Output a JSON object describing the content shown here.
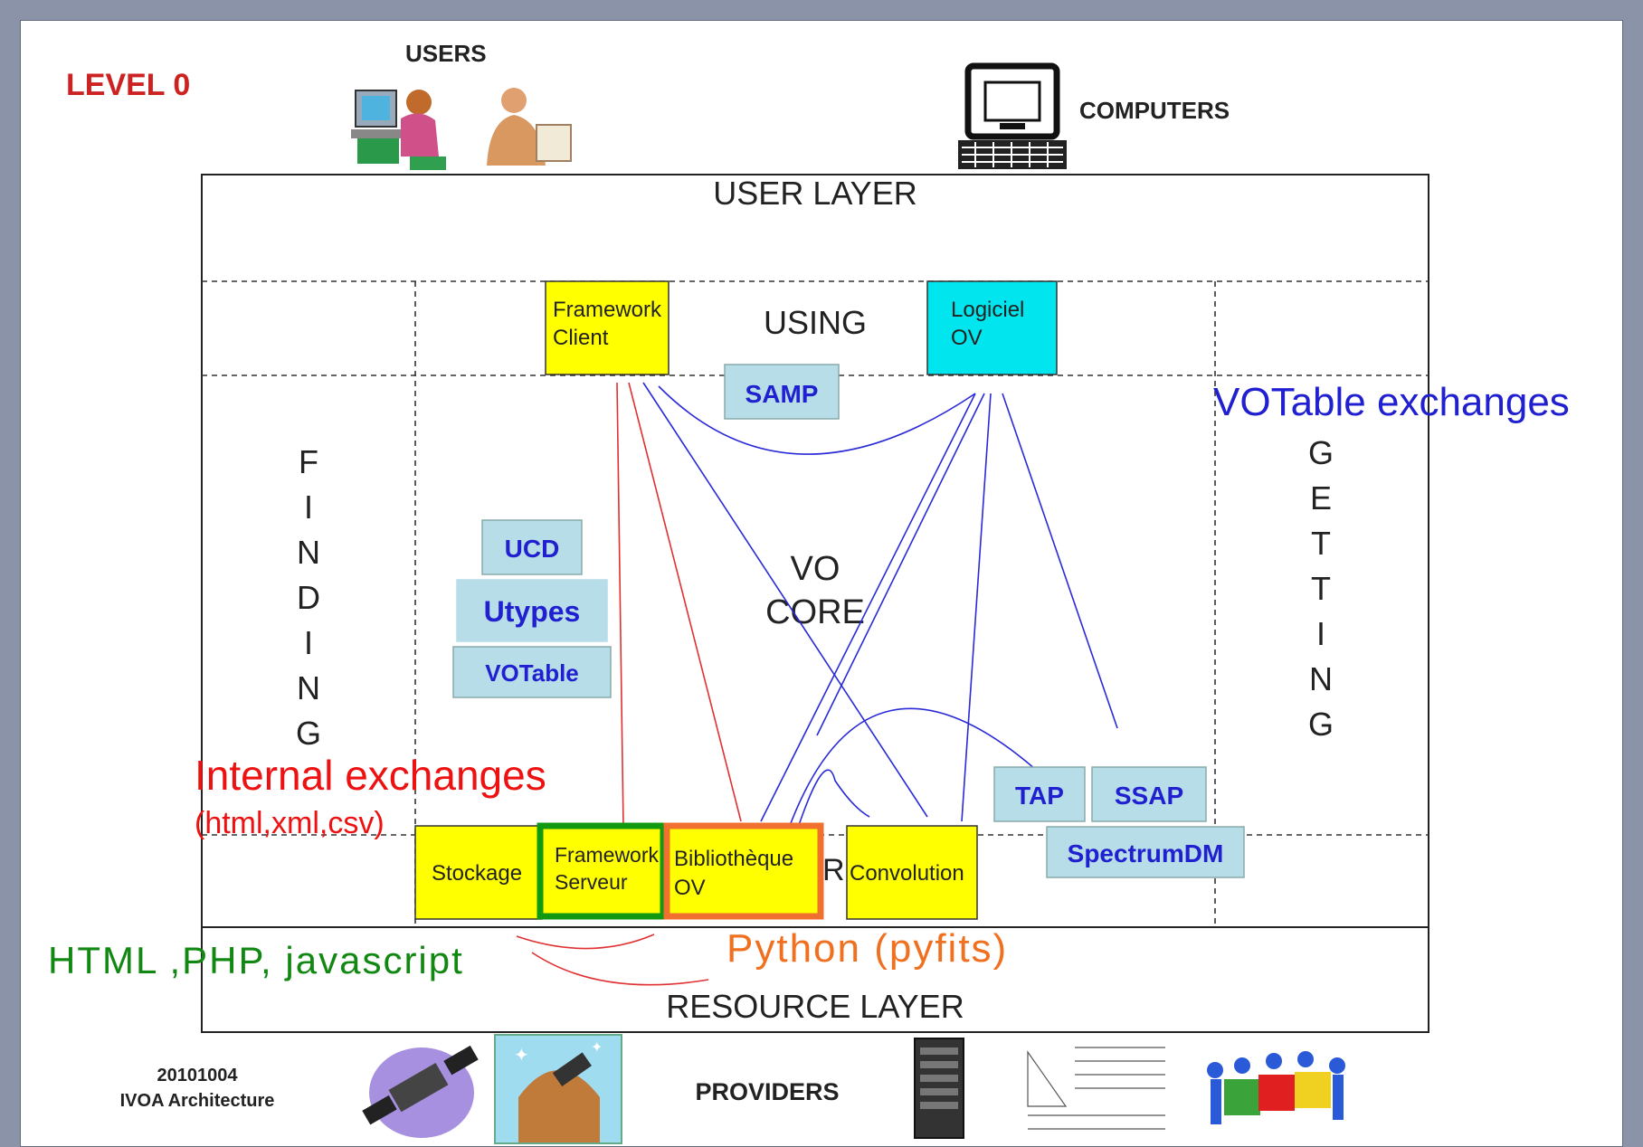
{
  "level": "LEVEL 0",
  "users_label": "USERS",
  "computers_label": "COMPUTERS",
  "providers_label": "PROVIDERS",
  "date": "20101004",
  "caption": "IVOA Architecture",
  "layers": {
    "user": "USER LAYER",
    "using": "USING",
    "resource": "RESOURCE LAYER",
    "vo_core": [
      "VO",
      "CORE"
    ],
    "finding": [
      "F",
      "I",
      "N",
      "D",
      "I",
      "N",
      "G"
    ],
    "getting": [
      "G",
      "E",
      "T",
      "T",
      "I",
      "N",
      "G"
    ],
    "sharing_partial": "RI"
  },
  "boxes": {
    "framework_client": [
      "Framework",
      "Client"
    ],
    "logiciel_ov": [
      "Logiciel",
      "OV"
    ],
    "samp": "SAMP",
    "ucd": "UCD",
    "utypes": "Utypes",
    "votable": "VOTable",
    "tap": "TAP",
    "ssap": "SSAP",
    "spectrumdm": "SpectrumDM",
    "stockage": "Stockage",
    "framework_serveur": [
      "Framework",
      "Serveur"
    ],
    "bibliotheque_ov": [
      "Bibliothèque",
      "OV"
    ],
    "convolution": "Convolution"
  },
  "annotations": {
    "votable_exchanges": "VOTable exchanges",
    "internal_exchanges": "Internal exchanges",
    "internal_formats": "(html,xml,csv)",
    "web_stack": "HTML ,PHP, javascript",
    "python": "Python (pyfits)"
  },
  "colors": {
    "yellow_box": "#ffff00",
    "cyan_box": "#00e5ee",
    "blue_box": "#b7dde8",
    "blue_text": "#2020d0",
    "red_text": "#ee1111",
    "green_text": "#118811",
    "orange_text": "#f07020",
    "level_red": "#cc2222"
  }
}
